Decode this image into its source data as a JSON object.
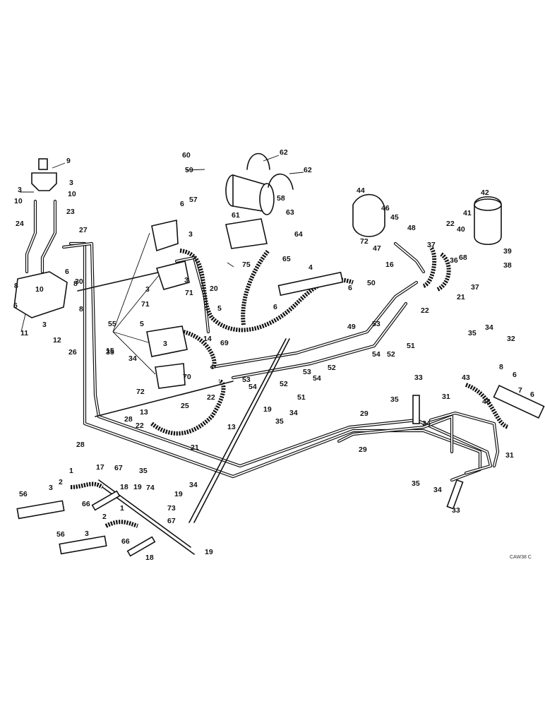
{
  "drawing_code": "CAW38 C",
  "callouts": [
    "1",
    "2",
    "3",
    "4",
    "5",
    "6",
    "7",
    "8",
    "9",
    "10",
    "11",
    "12",
    "13",
    "14",
    "15",
    "16",
    "17",
    "18",
    "19",
    "20",
    "21",
    "22",
    "23",
    "24",
    "25",
    "26",
    "27",
    "28",
    "29",
    "30",
    "31",
    "32",
    "33",
    "34",
    "35",
    "36",
    "37",
    "38",
    "39",
    "40",
    "41",
    "42",
    "43",
    "44",
    "45",
    "46",
    "47",
    "48",
    "49",
    "50",
    "51",
    "52",
    "53",
    "54",
    "55",
    "56",
    "57",
    "58",
    "59",
    "60",
    "61",
    "62",
    "63",
    "64",
    "65",
    "66",
    "67",
    "68",
    "69",
    "70",
    "71",
    "72",
    "73",
    "74",
    "75"
  ]
}
